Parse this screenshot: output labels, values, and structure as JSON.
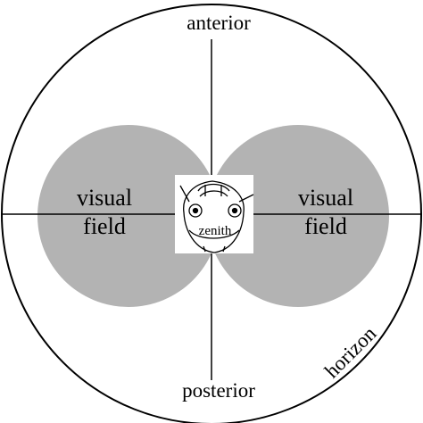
{
  "labels": {
    "anterior": "anterior",
    "posterior": "posterior",
    "horizon": "horizon",
    "zenith": "zenith",
    "left_field_line1": "visual",
    "left_field_line2": "field",
    "right_field_line1": "visual",
    "right_field_line2": "field"
  },
  "colors": {
    "background": "#ffffff",
    "stroke": "#000000",
    "visual_field_fill": "#b3b3b3",
    "zenith_box_fill": "#ffffff"
  },
  "icons": {
    "center_drawing": "animal-head-top-view-icon"
  }
}
